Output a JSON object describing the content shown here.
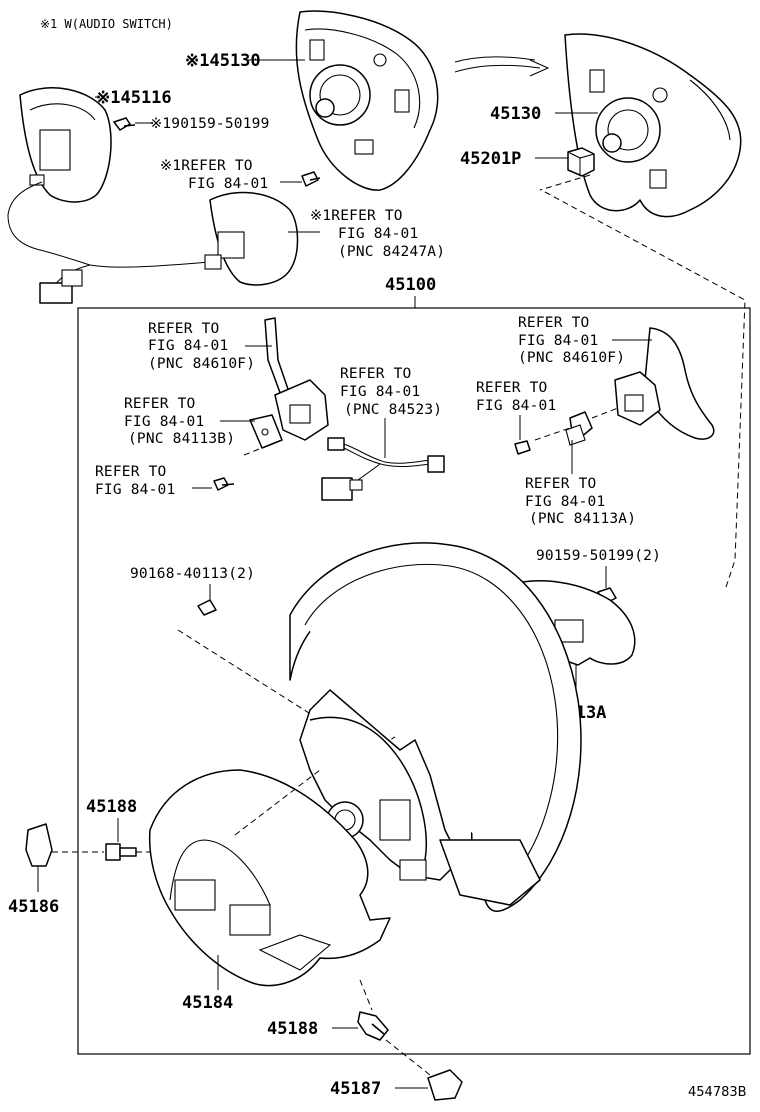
{
  "header": {
    "note": "※1 W(AUDIO SWITCH)"
  },
  "parts": {
    "p45130a": "※145130",
    "p45116": "※145116",
    "p190159": "※190159-50199",
    "refer1a": [
      "※1REFER TO",
      "FIG 84-01"
    ],
    "refer1b": [
      "※1REFER TO",
      "FIG 84-01",
      "(PNC 84247A)"
    ],
    "p45130b": "45130",
    "p45201p": "45201P",
    "p45100": "45100",
    "refer_84610f_left": [
      "REFER TO",
      "FIG 84-01",
      "(PNC 84610F)"
    ],
    "refer_84113b": [
      "REFER TO",
      "FIG 84-01",
      "(PNC 84113B)"
    ],
    "refer_84523": [
      "REFER TO",
      "FIG 84-01",
      "(PNC 84523)"
    ],
    "refer_plain": [
      "REFER TO",
      "FIG 84-01"
    ],
    "refer_84610f_right": [
      "REFER TO",
      "FIG 84-01",
      "(PNC 84610F)"
    ],
    "refer_right_plain": [
      "REFER TO",
      "FIG 84-01"
    ],
    "refer_84113a": [
      "REFER TO",
      "FIG 84-01",
      "(PNC 84113A)"
    ],
    "p90168": "90168-40113(2)",
    "p90159": "90159-50199(2)",
    "p45713a": "45713A",
    "p45188a": "45188",
    "p45186": "45186",
    "p45184": "45184",
    "p45188b": "45188",
    "p45187": "45187"
  },
  "footer": {
    "diagram_id": "454783B"
  }
}
